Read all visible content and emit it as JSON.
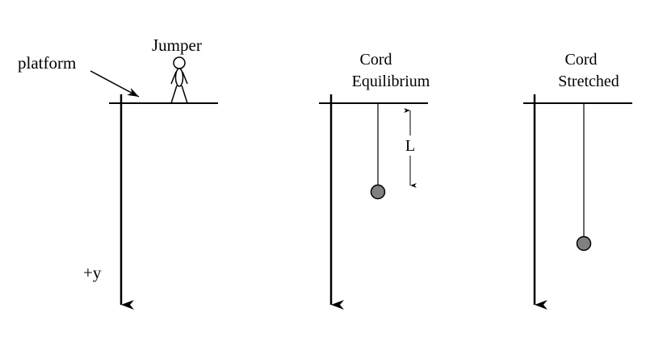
{
  "labels": {
    "jumper": "Jumper",
    "platform": "platform",
    "y_axis": "+y",
    "cord_equilibrium": [
      "Cord",
      "Equilibrium"
    ],
    "cord_stretched": [
      "Cord",
      "Stretched"
    ],
    "length": "L"
  },
  "colors": {
    "line": "#000000",
    "mass_fill": "#808080",
    "background": "#ffffff"
  }
}
